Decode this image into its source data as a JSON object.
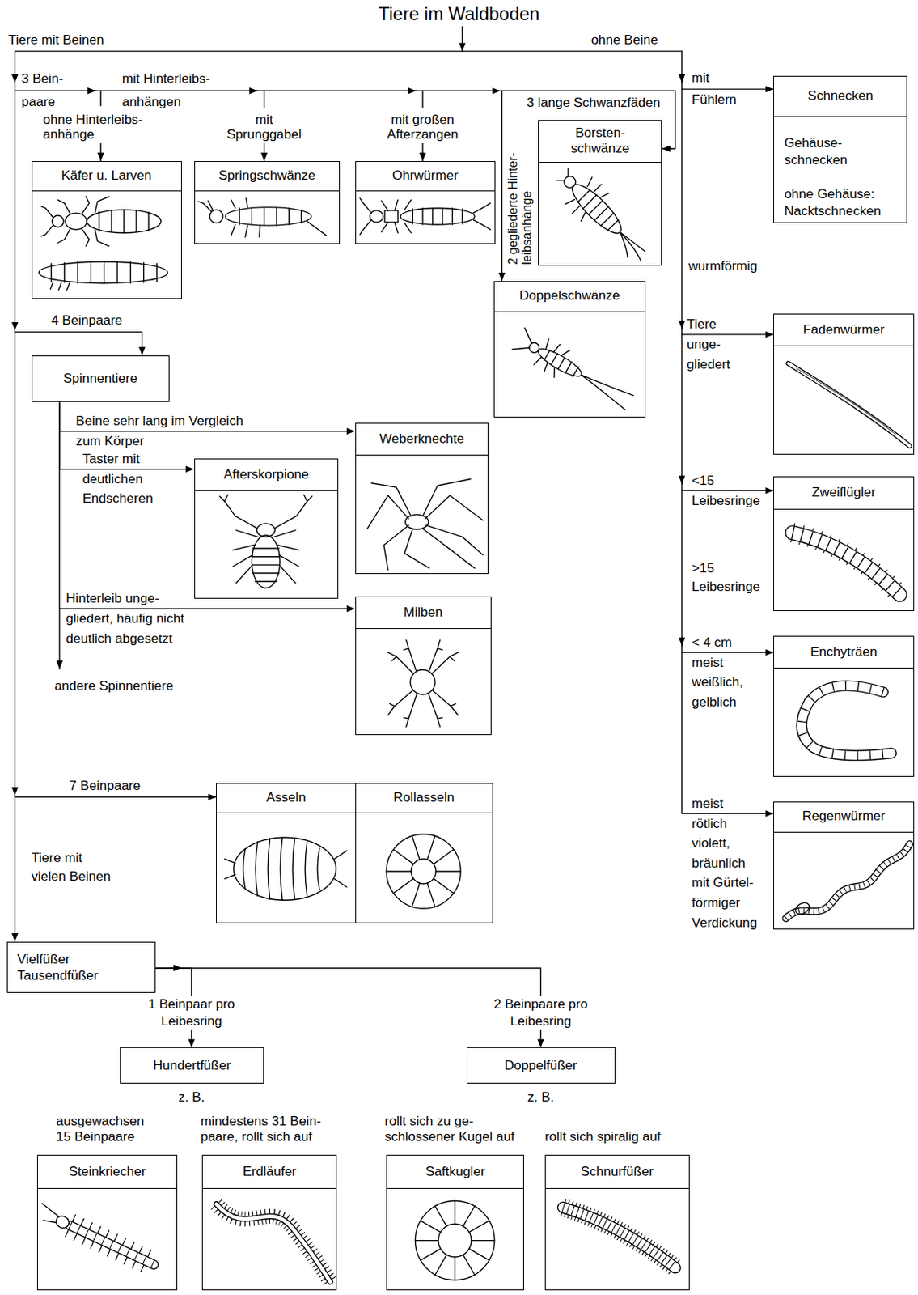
{
  "diagram": {
    "title": "Tiere im Waldboden",
    "nodes": [
      {
        "text": [
          "Käfer u. Larven"
        ]
      },
      {
        "text": [
          "Springschwänze"
        ]
      },
      {
        "text": [
          "Ohrwürmer"
        ]
      },
      {
        "text": [
          "Borsten- schwänze"
        ]
      },
      {
        "text": [
          "Schnecken",
          "Gehäuse- schnecken",
          "ohne Gehäuse: Nacktschnecken"
        ]
      },
      {
        "text": [
          "Doppelschwänze"
        ]
      },
      {
        "text": [
          "Fadenwürmer"
        ]
      },
      {
        "text": [
          "Spinnentiere"
        ]
      },
      {
        "text": [
          "Weberknechte"
        ]
      },
      {
        "text": [
          "Afterskorpione"
        ]
      },
      {
        "text": [
          "Zweiflügler"
        ]
      },
      {
        "text": [
          "Milben"
        ]
      },
      {
        "text": [
          "Enchyträen"
        ]
      },
      {
        "text": [
          "Asseln"
        ]
      },
      {
        "text": [
          "Rollasseln"
        ]
      },
      {
        "text": [
          "Regenwürmer"
        ]
      },
      {
        "text": [
          "Vielfüßer Tausendfüßer"
        ]
      },
      {
        "text": [
          "Hundertfüßer"
        ]
      },
      {
        "text": [
          "Doppelfüßer"
        ]
      },
      {
        "text": [
          "Steinkriecher"
        ]
      },
      {
        "text": [
          "Erdläufer"
        ]
      },
      {
        "text": [
          "Saftkugler"
        ]
      },
      {
        "text": [
          "Schnurfüßer"
        ]
      }
    ],
    "edges": [
      {
        "from": 7,
        "to": 8,
        "label": "Beine sehr lang im Vergleich zum Körper",
        "arrow": "to"
      },
      {
        "from": 7,
        "to": 9,
        "label": "Taster mit deutlichen Endscheren",
        "arrow": "to"
      },
      {
        "from": 7,
        "to": 11,
        "label": "Hinterleib unge- gliedert, häufig nicht deutlich abgesetzt",
        "arrow": "to"
      },
      {
        "from": 16,
        "to": 17,
        "label": "1 Beinpaar pro Leibesring",
        "arrow": "to"
      },
      {
        "from": 16,
        "to": 18,
        "label": "2 Beinpaare pro Leibesring",
        "arrow": "to"
      }
    ],
    "labels": [
      "Tiere mit Beinen",
      "ohne Beine",
      "3 Bein- paare",
      "mit Hinterleibs- anhängen",
      "ohne Hinterleibs- anhänge",
      "mit Sprunggabel",
      "mit großen Afterzangen",
      "3 lange Schwanzfäden",
      "2 gegliederte Hinter- leibsanhänge",
      "mit Fühlern",
      "wurmförmig",
      "Tiere unge- gliedert",
      "4 Beinpaare",
      "<15 Leibesringe",
      ">15 Leibesringe",
      "andere Spinnentiere",
      "< 4 cm meist weißlich, gelblich",
      "7 Beinpaare",
      "meist rötlich violett, bräunlich mit Gürtel- förmiger Verdickung",
      "Tiere mit vielen Beinen",
      "z. B.",
      "z. B.",
      "ausgewachsen 15 Beinpaare",
      "mindestens 31 Bein- paare, rollt sich auf",
      "rollt sich zu ge- schlossener Kugel auf",
      "rollt sich spiralig auf"
    ]
  }
}
